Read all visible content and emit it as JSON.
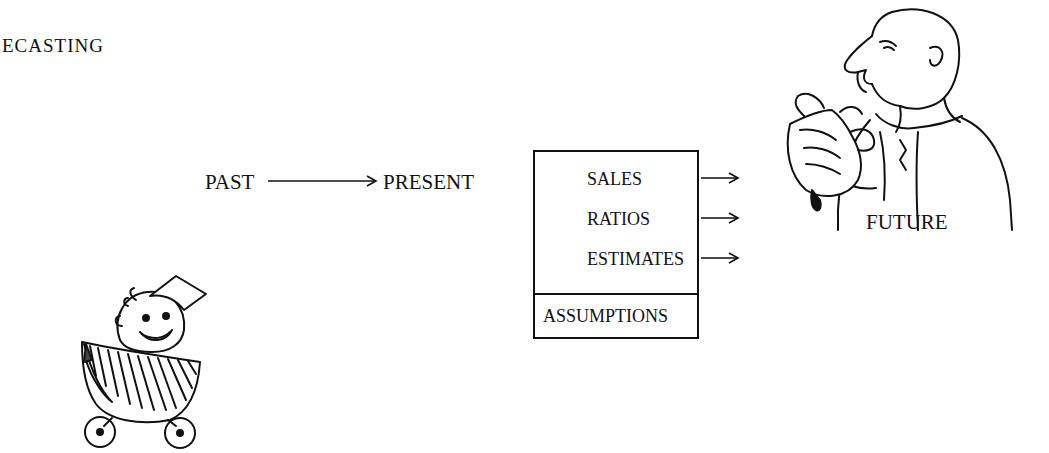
{
  "diagram": {
    "title": "ECASTING",
    "nodes": [
      {
        "text": [
          "SALES",
          "RATIOS",
          "ESTIMATES"
        ]
      },
      {
        "text": [
          "ASSUMPTIONS"
        ]
      }
    ],
    "labels": [
      "PAST",
      "PRESENT",
      "FUTURE"
    ]
  }
}
